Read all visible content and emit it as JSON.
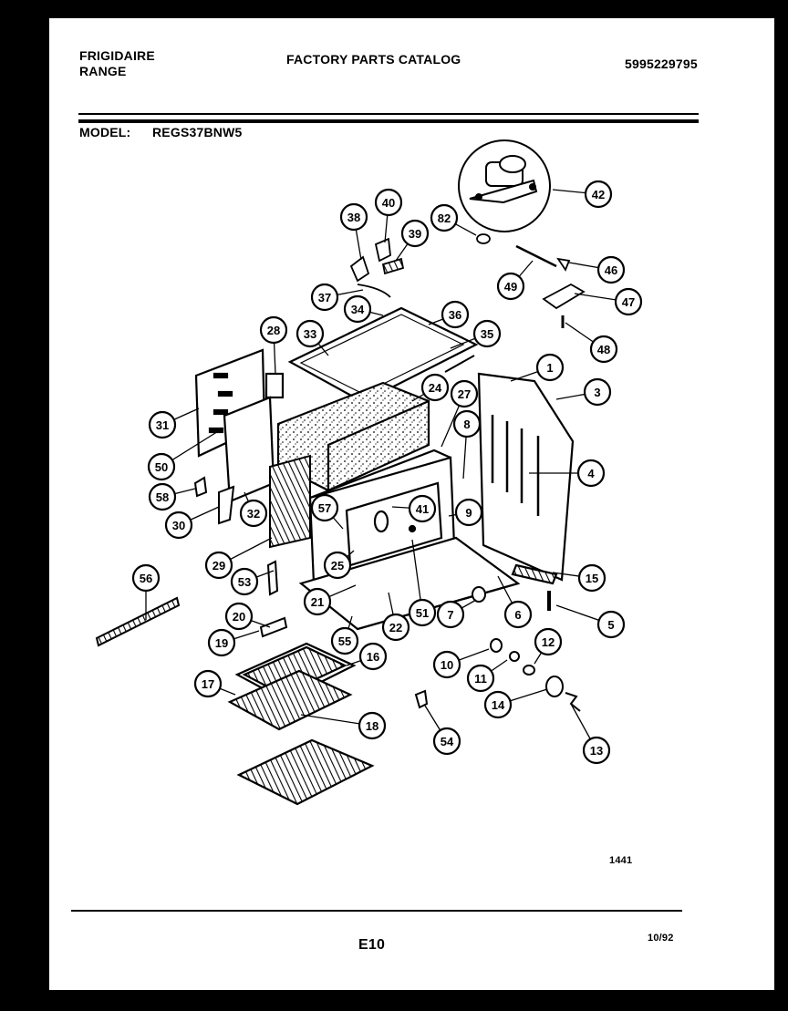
{
  "header": {
    "brand": "FRIGIDAIRE",
    "product": "RANGE",
    "catalog_title": "FACTORY PARTS CATALOG",
    "catalog_number": "5995229795",
    "model_label": "MODEL:",
    "model_number": "REGS37BNW5"
  },
  "footer": {
    "drawing_number": "1441",
    "page": "E10",
    "date": "10/92"
  },
  "callouts": [
    "42",
    "38",
    "40",
    "82",
    "39",
    "46",
    "49",
    "47",
    "37",
    "34",
    "36",
    "48",
    "28",
    "33",
    "35",
    "1",
    "3",
    "31",
    "24",
    "27",
    "8",
    "4",
    "50",
    "58",
    "57",
    "41",
    "9",
    "30",
    "32",
    "29",
    "25",
    "53",
    "15",
    "56",
    "21",
    "7",
    "6",
    "5",
    "20",
    "55",
    "22",
    "51",
    "19",
    "12",
    "16",
    "10",
    "11",
    "17",
    "14",
    "18",
    "13",
    "54"
  ]
}
